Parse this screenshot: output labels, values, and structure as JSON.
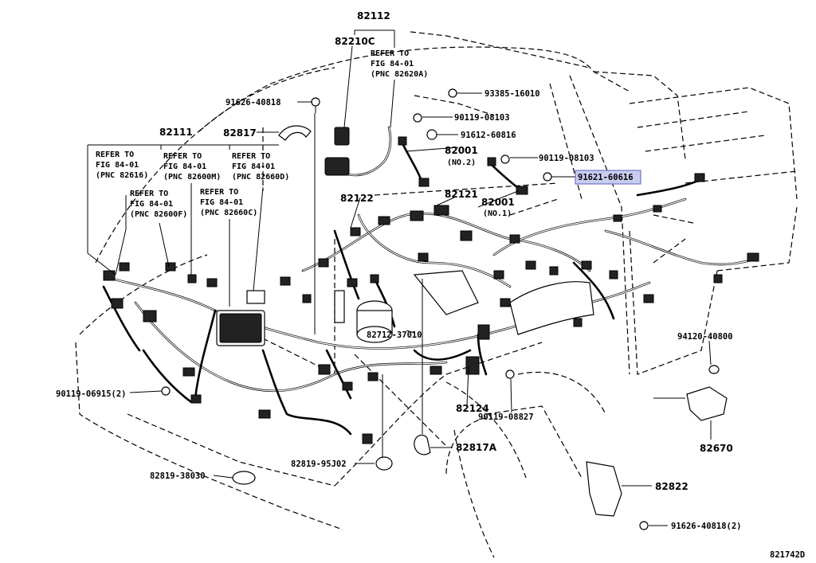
{
  "diagram_code": "821742D",
  "highlight_color": "#c8cdf0",
  "labels": {
    "p82112": "82112",
    "p82210c": "82210C",
    "ref_a1": "REFER TO",
    "ref_a2": "FIG 84-01",
    "ref_a3": "(PNC 82620A)",
    "p93385": "93385-16010",
    "p91626_top": "91626-40818",
    "p90119_08103a": "90119-08103",
    "p82817": "82817",
    "p91612": "91612-60816",
    "p82111": "82111",
    "p82001_2": "82001",
    "no2": "(NO.2)",
    "p90119_08103b": "90119-08103",
    "p91621": "91621-60616",
    "r1_1": "REFER TO",
    "r1_2": "FIG 84-01",
    "r1_3": "(PNC 82616)",
    "r2_1": "REFER TO",
    "r2_2": "FIG 84-01",
    "r2_3": "(PNC 82600M)",
    "r3_1": "REFER TO",
    "r3_2": "FIG 84-01",
    "r3_3": "(PNC 82660D)",
    "r4_1": "REFER TO",
    "r4_2": "FIG 84-01",
    "r4_3": "(PNC 82600F)",
    "r5_1": "REFER TO",
    "r5_2": "FIG 84-01",
    "r5_3": "(PNC 82660C)",
    "p82122": "82122",
    "p82121": "82121",
    "p82001_1": "82001",
    "no1": "(NO.1)",
    "p82712": "82712-37010",
    "p94120": "94120-40800",
    "p90119_06915": "90119-06915(2)",
    "p82124": "82124",
    "p90119_08827": "90119-08827",
    "p82670": "82670",
    "p82817a": "82817A",
    "p82819_95": "82819-95J02",
    "p82819_38": "82819-38030",
    "p82822": "82822",
    "p91626_bot": "91626-40818(2)"
  }
}
